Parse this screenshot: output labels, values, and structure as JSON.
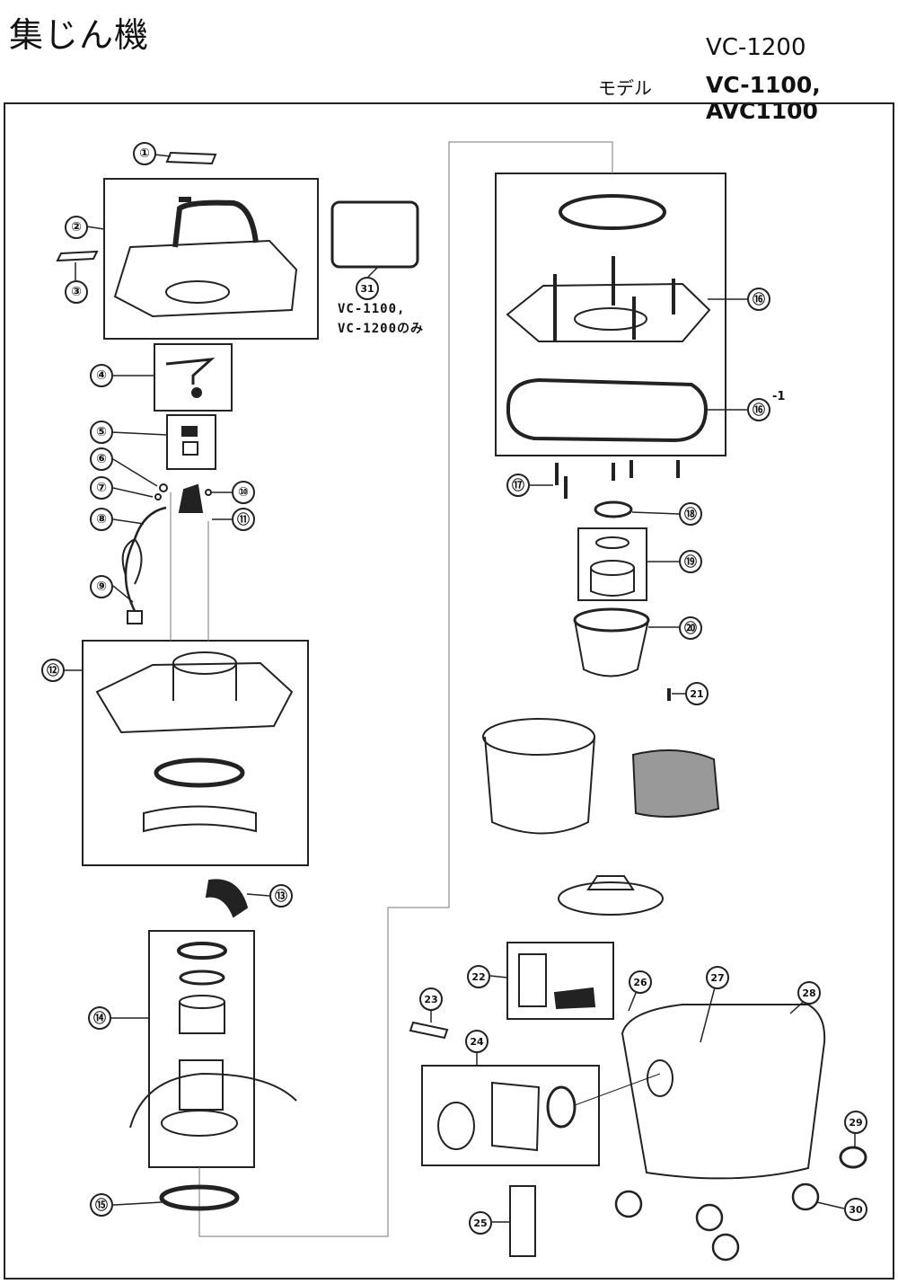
{
  "title": "集じん機",
  "model_label": "モデル",
  "models": {
    "line1": "VC-1200",
    "line2": "VC-1100, AVC1100"
  },
  "note_31": {
    "line1": "VC-1100,",
    "line2": "VC-1200のみ"
  },
  "superscript_16_1": "-1",
  "callouts": [
    "①",
    "②",
    "③",
    "④",
    "⑤",
    "⑥",
    "⑦",
    "⑧",
    "⑨",
    "⑩",
    "⑪",
    "⑫",
    "⑬",
    "⑭",
    "⑮",
    "⑯",
    "⑯",
    "⑰",
    "⑱",
    "⑲",
    "⑳",
    "21",
    "22",
    "23",
    "24",
    "25",
    "26",
    "27",
    "28",
    "29",
    "30",
    "31"
  ]
}
